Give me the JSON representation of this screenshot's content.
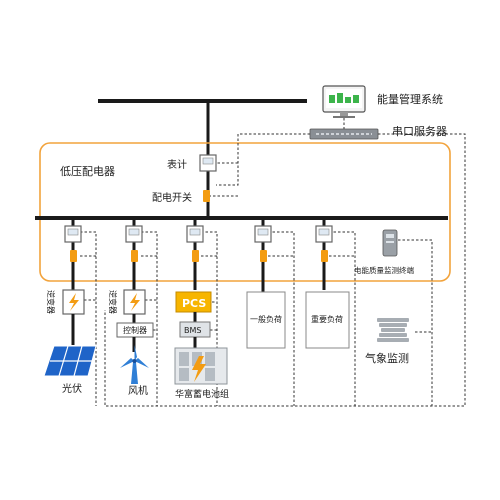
{
  "labels": {
    "ems": "能量管理系统",
    "serial_server": "串口服务器",
    "lv_switchgear": "低压配电器",
    "meter": "表计",
    "distribution_switch": "配电开关",
    "pq_terminal": "电能质量监测终端",
    "inverter_pv": "逆变器",
    "inverter_wind": "逆变器",
    "controller": "控制器",
    "pcs": "PCS",
    "bms": "BMS",
    "general_load": "一般负荷",
    "important_load": "重要负荷",
    "weather_monitor": "气象监测",
    "pv": "光伏",
    "wind": "风机",
    "battery": "华富蓄电池组"
  },
  "colors": {
    "bus": "#1a1a1a",
    "cabinet_border": "#f2a33c",
    "breaker": "#f39c12",
    "signal_line": "#333333",
    "pcs_fill": "#f7b500",
    "screen": "#3cb44b",
    "pv_panel": "#1f64c8"
  }
}
